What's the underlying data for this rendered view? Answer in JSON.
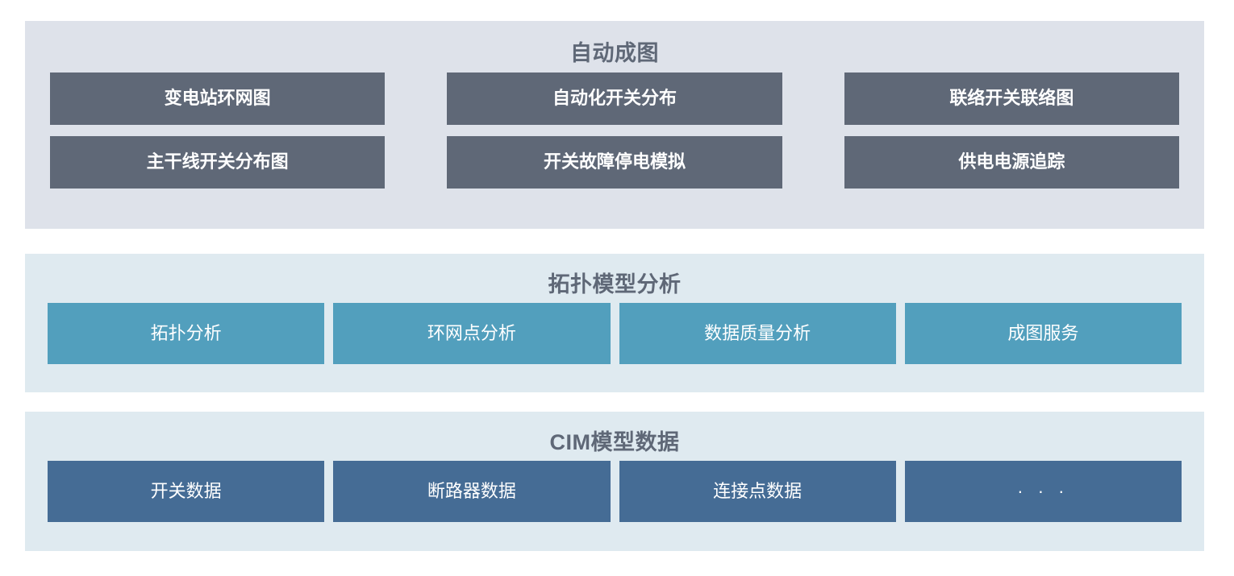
{
  "sections": [
    {
      "id": "mapping",
      "title": "自动成图",
      "accent": "#5f6877",
      "panel_bg": "#dee2ea",
      "rows": [
        [
          {
            "label": "变电站环网图"
          },
          {
            "label": "自动化开关分布"
          },
          {
            "label": "联络开关联络图"
          }
        ],
        [
          {
            "label": "主干线开关分布图"
          },
          {
            "label": "开关故障停电模拟"
          },
          {
            "label": "供电电源追踪"
          }
        ]
      ]
    },
    {
      "id": "topology",
      "title": "拓扑模型分析",
      "accent": "#529fbd",
      "panel_bg": "#dfeaf0",
      "rows": [
        [
          {
            "label": "拓扑分析"
          },
          {
            "label": "环网点分析"
          },
          {
            "label": "数据质量分析"
          },
          {
            "label": "成图服务"
          }
        ]
      ]
    },
    {
      "id": "cim",
      "title": "CIM模型数据",
      "accent": "#456c95",
      "panel_bg": "#dfeaf0",
      "rows": [
        [
          {
            "label": "开关数据"
          },
          {
            "label": "断路器数据"
          },
          {
            "label": "连接点数据"
          },
          {
            "label": "· · ·"
          }
        ]
      ]
    }
  ]
}
